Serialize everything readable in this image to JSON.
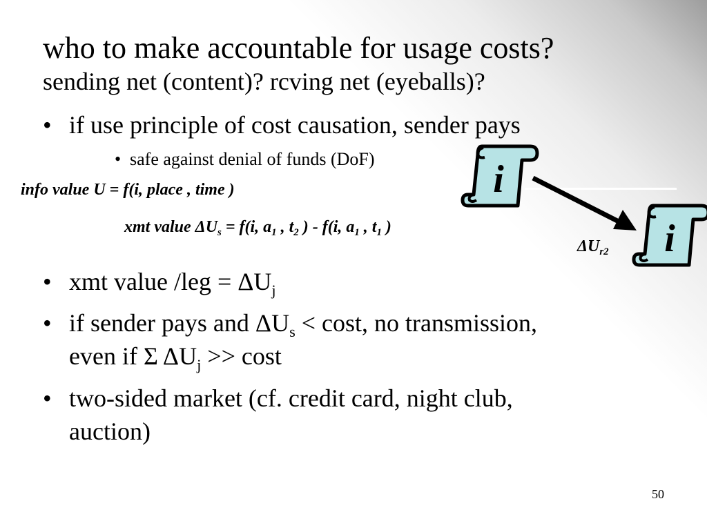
{
  "title": {
    "line1": "who to make accountable for usage costs?",
    "line2": "sending net (content)? rcving net (eyeballs)?"
  },
  "bullets": {
    "b1": "if use principle of cost causation, sender pays",
    "b1_sub": "safe against denial of funds (DoF)",
    "b2_prefix": "xmt value /leg = ΔU",
    "b2_sub": "j",
    "b3_p1": "if sender pays and ΔU",
    "b3_sub1": "s",
    "b3_p2": " < cost, no transmission,",
    "b3_p3": "even if Σ ΔU",
    "b3_sub2": "j",
    "b3_p4": " >> cost",
    "b4_line1": "two-sided market (cf. credit card, night club,",
    "b4_line2": "auction)"
  },
  "formulas": {
    "info_value": "info value U = f(i, place , time )",
    "xmt_prefix": "xmt value ΔU",
    "xmt_sub_s": "s",
    "xmt_mid1": " = f(i, a",
    "xmt_sub_a1": "1",
    "xmt_mid2": " , t",
    "xmt_sub_t2": "2",
    "xmt_mid3": " ) - f(i, a",
    "xmt_sub_a1b": "1",
    "xmt_mid4": " , t",
    "xmt_sub_t1": "1",
    "xmt_end": " )"
  },
  "diagram": {
    "scroll_letter": "i",
    "delta_label": "ΔU",
    "delta_sub": "r2",
    "scroll_fill": "#b7e3e5",
    "icon_names": [
      "scroll-info-icon",
      "arrow-icon"
    ]
  },
  "page_number": "50"
}
